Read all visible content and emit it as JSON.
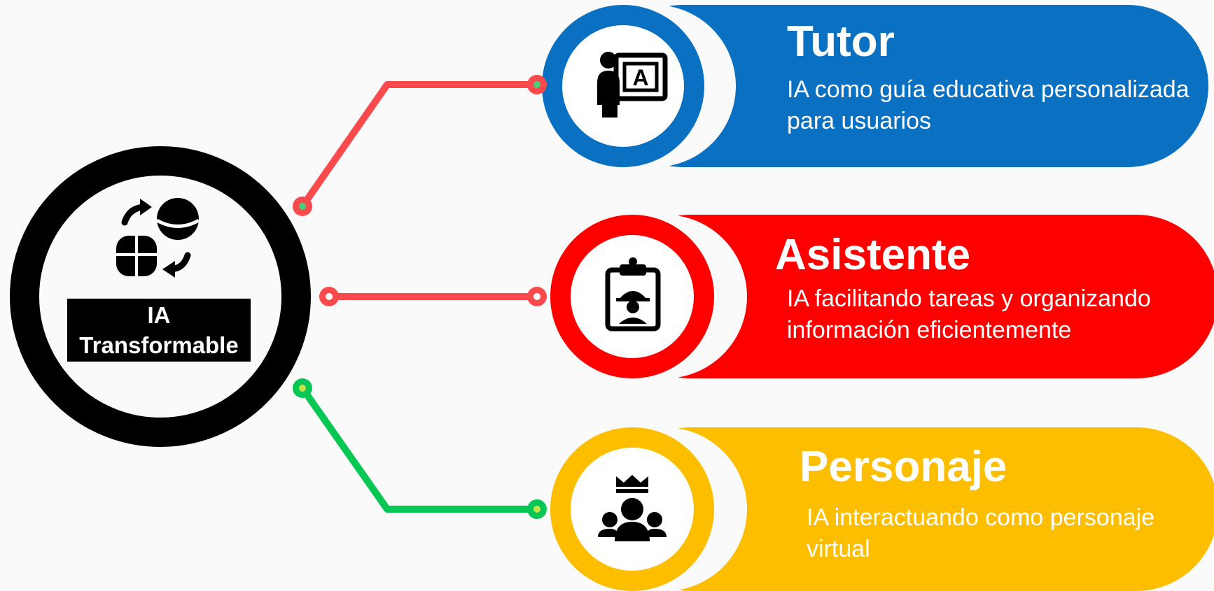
{
  "center": {
    "label": "IA Transformable",
    "icon": "ai-transform-icon",
    "ring_color": "#000000"
  },
  "branches": [
    {
      "title": "Tutor",
      "description": "IA como guía educativa personalizada para usuarios",
      "color": "#0a70c2",
      "connector_color": "#fb4a4c",
      "icon": "teacher-icon"
    },
    {
      "title": "Asistente",
      "description": "IA facilitando tareas y organizando información eficientemente",
      "color": "#fe0000",
      "connector_color": "#fb4a4c",
      "icon": "clipboard-worker-icon"
    },
    {
      "title": "Personaje",
      "description": "IA interactuando como personaje virtual",
      "color": "#fdbe00",
      "connector_color": "#06c754",
      "icon": "group-crown-icon"
    }
  ]
}
